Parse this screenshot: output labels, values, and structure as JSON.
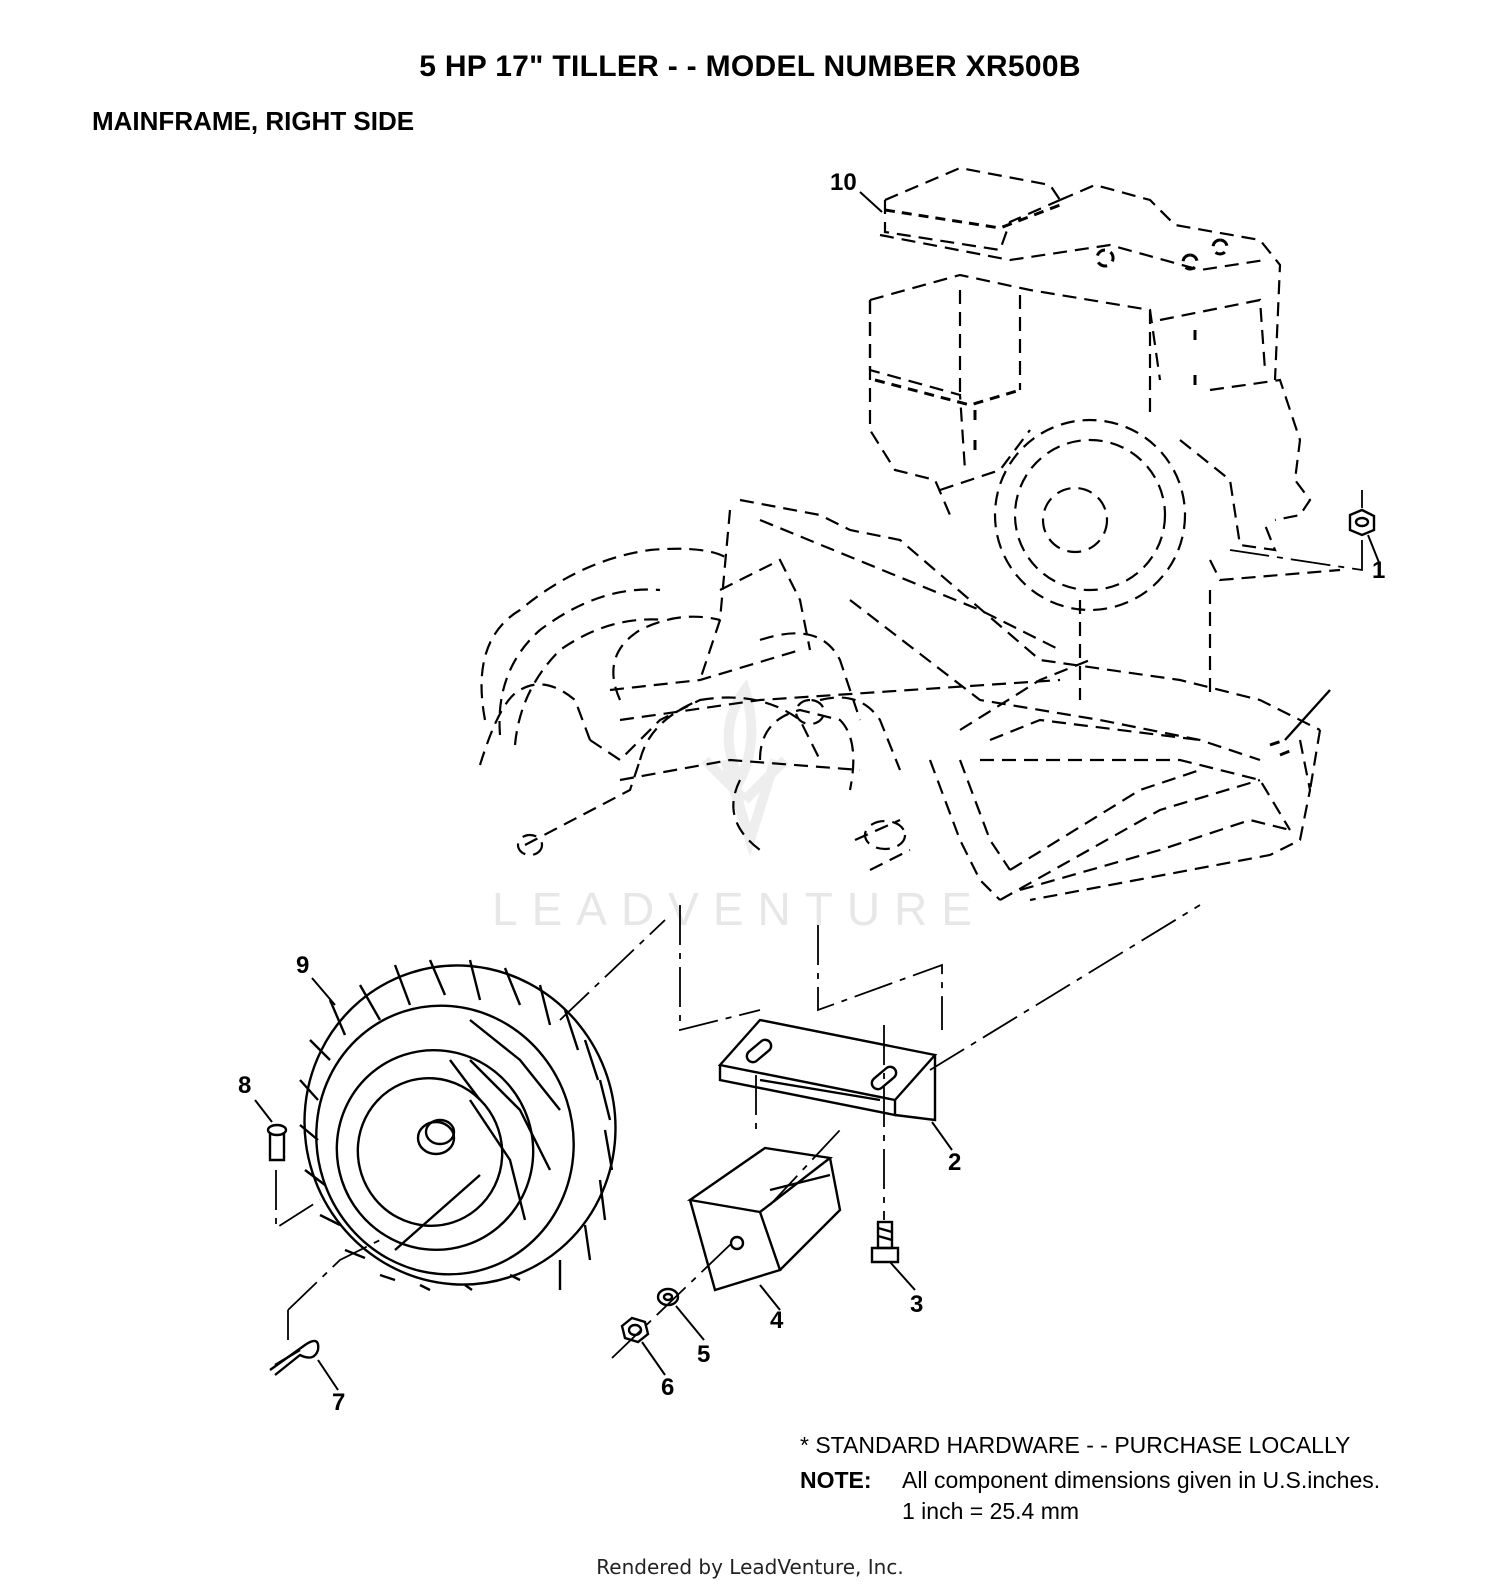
{
  "header": {
    "title": "5 HP  17\" TILLER - - MODEL NUMBER XR500B",
    "section": "MAINFRAME, RIGHT SIDE"
  },
  "watermark": {
    "text": "LEADVENTURE"
  },
  "callouts": {
    "c1": "1",
    "c2": "2",
    "c3": "3",
    "c4": "4",
    "c5": "5",
    "c6": "6",
    "c7": "7",
    "c8": "8",
    "c9": "9",
    "c10": "10"
  },
  "notes": {
    "standard_hardware": "* STANDARD HARDWARE - - PURCHASE LOCALLY",
    "note_label": "NOTE:",
    "note_line1": "All component dimensions given in U.S.inches.",
    "note_line2": "1 inch = 25.4 mm"
  },
  "footer": {
    "text": "Rendered by LeadVenture, Inc."
  }
}
